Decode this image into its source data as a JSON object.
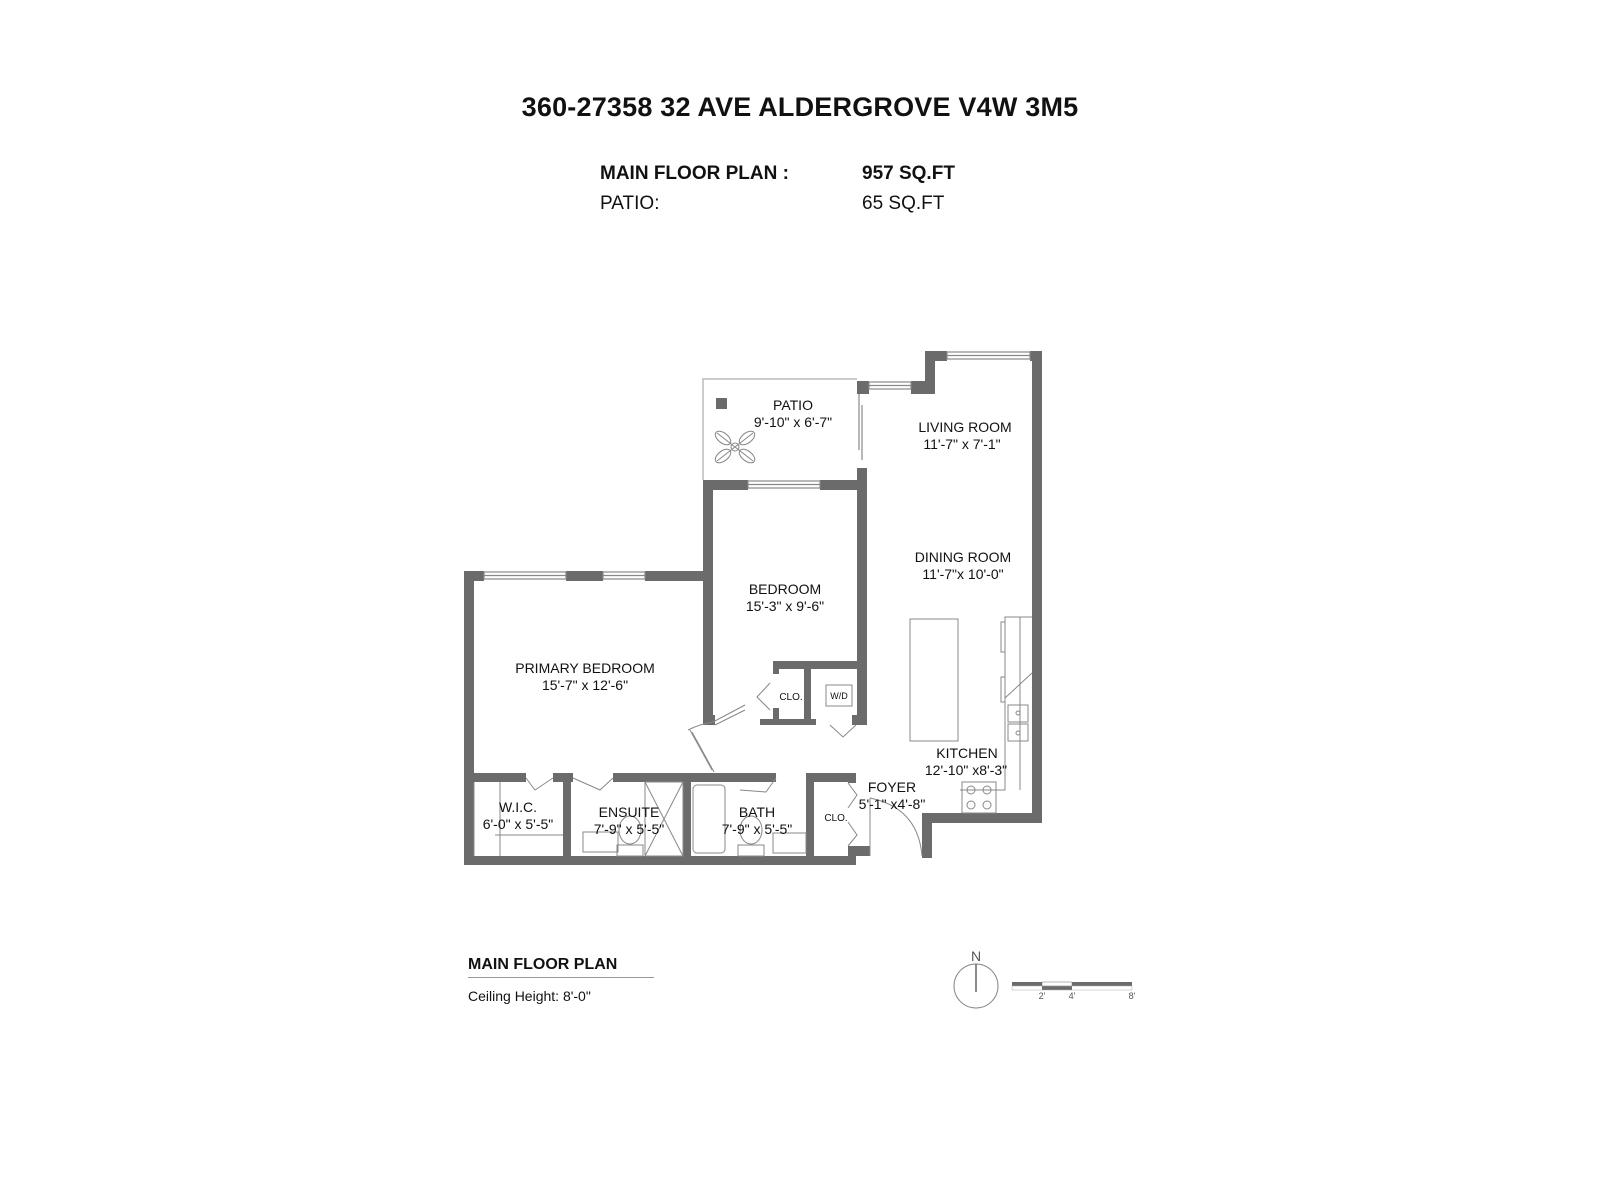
{
  "header": {
    "address": "360-27358 32 AVE ALDERGROVE V4W 3M5"
  },
  "areas": [
    {
      "label": "MAIN FLOOR PLAN :",
      "value": "957 SQ.FT",
      "bold": true
    },
    {
      "label": "PATIO:",
      "value": "65 SQ.FT",
      "bold": false
    }
  ],
  "rooms": {
    "patio": {
      "name": "PATIO",
      "dims": "9'-10\" x 6'-7\""
    },
    "living": {
      "name": "LIVING ROOM",
      "dims": "11'-7\" x 7'-1\""
    },
    "dining": {
      "name": "DINING ROOM",
      "dims": "11'-7\"x 10'-0\""
    },
    "bedroom": {
      "name": "BEDROOM",
      "dims": "15'-3\" x 9'-6\""
    },
    "primary": {
      "name": "PRIMARY BEDROOM",
      "dims": "15'-7\" x 12'-6\""
    },
    "kitchen": {
      "name": "KITCHEN",
      "dims": "12'-10\" x8'-3\""
    },
    "foyer": {
      "name": "FOYER",
      "dims": "5'-1\" x4'-8\""
    },
    "wic": {
      "name": "W.I.C.",
      "dims": "6'-0\" x 5'-5\""
    },
    "ensuite": {
      "name": "ENSUITE",
      "dims": "7'-9\" x 5'-5\""
    },
    "bath": {
      "name": "BATH",
      "dims": "7'-9\" x 5'-5\""
    },
    "closet1": {
      "name": "CLO."
    },
    "closet2": {
      "name": "CLO."
    },
    "laundry": {
      "name": "W/D"
    }
  },
  "legend": {
    "title": "MAIN FLOOR PLAN",
    "ceiling": "Ceiling Height: 8'-0\""
  },
  "compass": {
    "label": "N"
  },
  "scale_bar": {
    "ticks": [
      "2'",
      "4'",
      "8'"
    ]
  },
  "colors": {
    "wall": "#6b6b6b",
    "line": "#777777",
    "text": "#111111"
  }
}
